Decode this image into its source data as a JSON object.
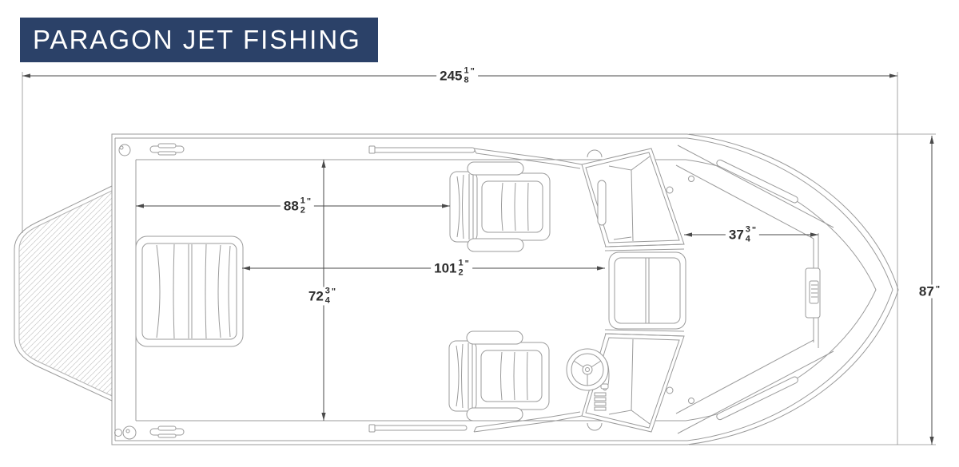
{
  "banner": {
    "title": "PARAGON JET FISHING",
    "bg_color": "#2b4168",
    "text_color": "#ffffff"
  },
  "drawing": {
    "name": "jet-boat-top-view-floorplan",
    "line_color": "#9b9b9b",
    "dimension_line_color": "#4a4a4a",
    "dimension_text_color": "#2e2e2e"
  },
  "dimensions": {
    "overall_length": {
      "whole": "245",
      "num": "1",
      "den": "8",
      "unit": "\""
    },
    "stern_to_seat": {
      "whole": "88",
      "num": "1",
      "den": "2",
      "unit": "\""
    },
    "cockpit_length": {
      "whole": "101",
      "num": "1",
      "den": "2",
      "unit": "\""
    },
    "cockpit_width": {
      "whole": "72",
      "num": "3",
      "den": "4",
      "unit": "\""
    },
    "bow_deck": {
      "whole": "37",
      "num": "3",
      "den": "4",
      "unit": "\""
    },
    "beam": {
      "whole": "87",
      "unit": "\""
    }
  }
}
